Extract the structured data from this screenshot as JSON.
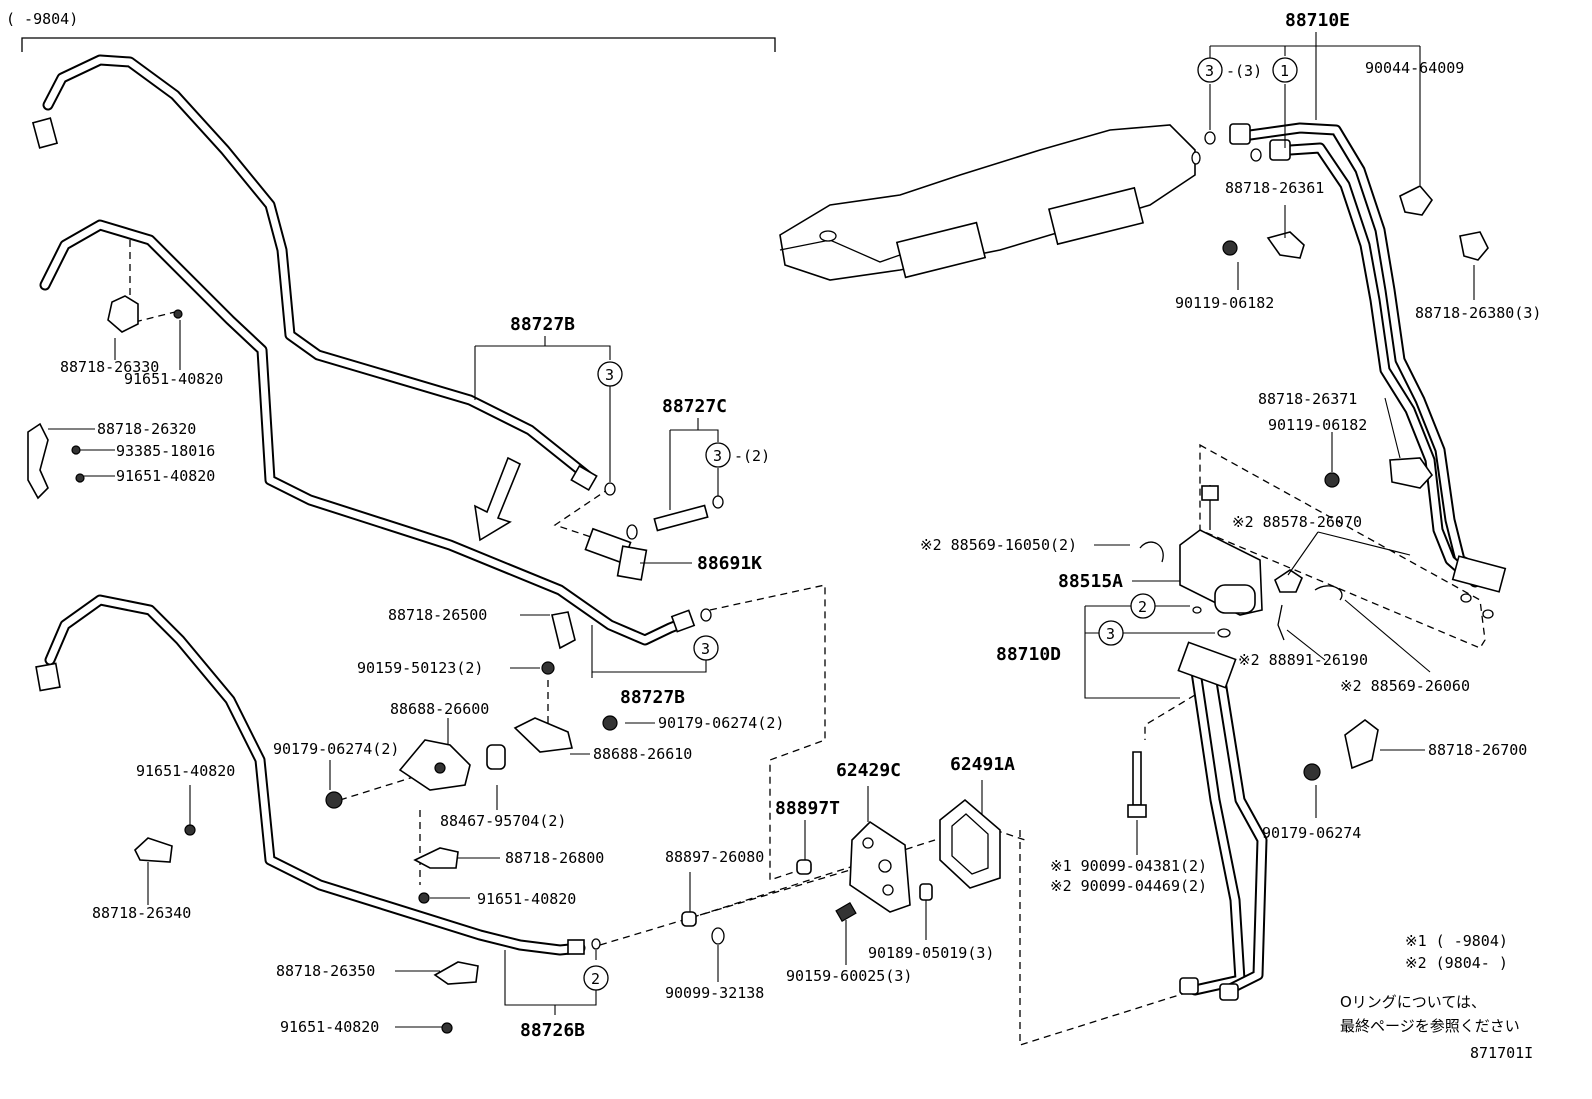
{
  "header": {
    "range_label": "(    -9804)"
  },
  "footer": {
    "legend_1": "※1 (     -9804)",
    "legend_2": "※2 (9804-     )",
    "note_line1": "Oリングについては、",
    "note_line2": "最終ページを参照ください",
    "figure_id": "871701I"
  },
  "parts": {
    "p88710E": "88710E",
    "p90044_64009": "90044-64009",
    "p88718_26361": "88718-26361",
    "p90119_06182_a": "90119-06182",
    "p88718_26380": "88718-26380(3)",
    "p88718_26371": "88718-26371",
    "p90119_06182_b": "90119-06182",
    "p88578_26070": "※2 88578-26070",
    "p88569_16050": "※2 88569-16050(2)",
    "p88515A": "88515A",
    "p88710D": "88710D",
    "p88891_26190": "※2 88891-26190",
    "p88569_26060": "※2 88569-26060",
    "p88718_26700": "88718-26700",
    "p90179_06274_r": "90179-06274",
    "p90099_04381": "※1 90099-04381(2)",
    "p90099_04469": "※2 90099-04469(2)",
    "p88727B_top": "88727B",
    "p88727C": "88727C",
    "p88691K": "88691K",
    "p88718_26330": "88718-26330",
    "p91651_40820_a": "91651-40820",
    "p88718_26320": "88718-26320",
    "p93385_18016": "93385-18016",
    "p91651_40820_b": "91651-40820",
    "p88718_26500": "88718-26500",
    "p90159_50123": "90159-50123(2)",
    "p88727B_bot": "88727B",
    "p88688_26600": "88688-26600",
    "p90179_06274_m": "90179-06274(2)",
    "p90179_06274_l": "90179-06274(2)",
    "p88688_26610": "88688-26610",
    "p88467_95704": "88467-95704(2)",
    "p91651_40820_c": "91651-40820",
    "p88718_26800": "88718-26800",
    "p91651_40820_d": "91651-40820",
    "p88718_26340": "88718-26340",
    "p88718_26350": "88718-26350",
    "p91651_40820_e": "91651-40820",
    "p88726B": "88726B",
    "p62429C": "62429C",
    "p62491A": "62491A",
    "p88897T": "88897T",
    "p88897_26080": "88897-26080",
    "p90099_32138": "90099-32138",
    "p90159_60025": "90159-60025(3)",
    "p90189_05019": "90189-05019(3)"
  },
  "callouts": {
    "c3": "3",
    "c1": "1",
    "c2": "2",
    "q3": "-(3)",
    "q2": "-(2)"
  }
}
